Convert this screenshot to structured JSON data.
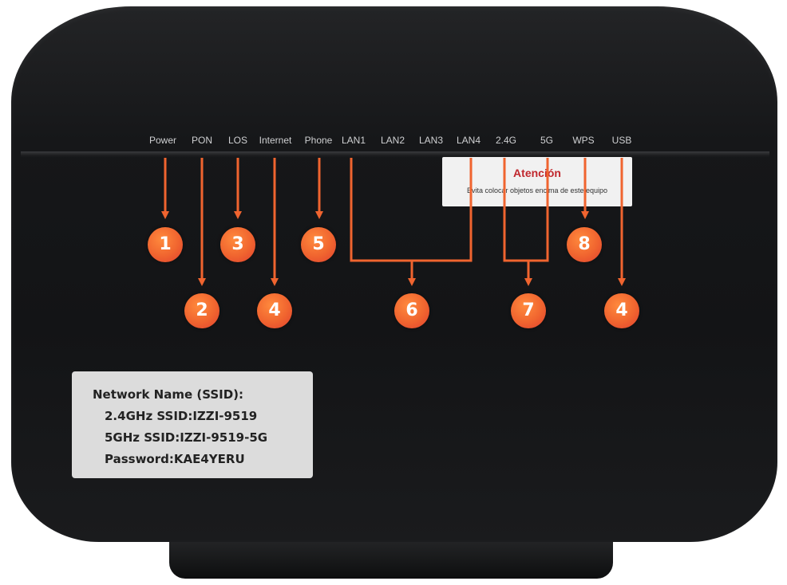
{
  "leds": [
    "Power",
    "PON",
    "LOS",
    "Internet",
    "Phone",
    "LAN1",
    "LAN2",
    "LAN3",
    "LAN4",
    "2.4G",
    "5G",
    "WPS",
    "USB"
  ],
  "notice": {
    "title": "Atención",
    "text": "Evita colocar objetos encima de este equipo"
  },
  "badges": [
    "1",
    "2",
    "3",
    "4",
    "5",
    "6",
    "7",
    "8",
    "4"
  ],
  "ssid_label": {
    "heading": "Network Name (SSID):",
    "ssid_24": "2.4GHz SSID:IZZI-9519",
    "ssid_5": "5GHz SSID:IZZI-9519-5G",
    "password": "Password:KAE4YERU"
  },
  "colors": {
    "annotation": "#f0642f",
    "router_body": "#161719",
    "label_background": "#dcdcdc",
    "notice_title": "#c0272d"
  }
}
